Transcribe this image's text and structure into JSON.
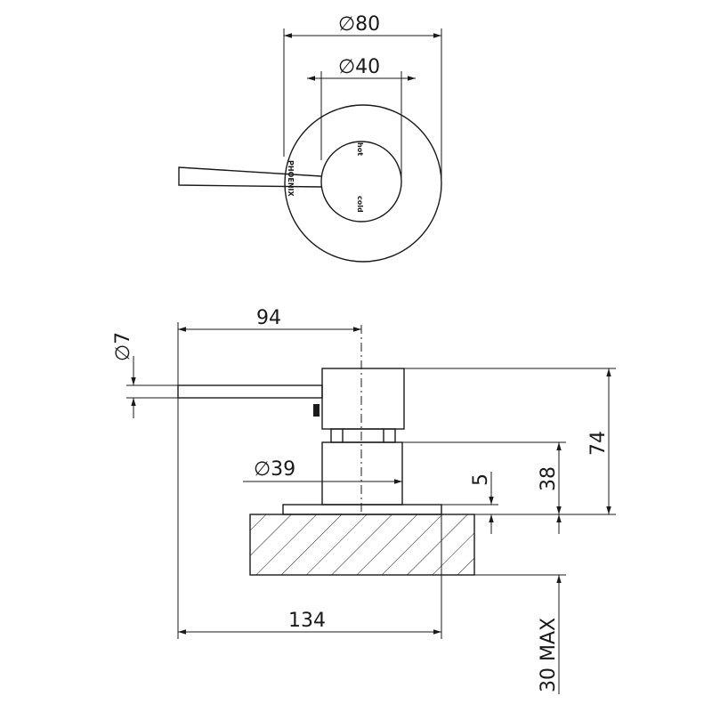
{
  "top_view": {
    "dia_outer": "∅80",
    "dia_inner": "∅40",
    "mark_hot": "hot",
    "mark_cold": "cold",
    "brand": "PHOENIX"
  },
  "side_view": {
    "dim_lever_dia": "∅7",
    "dim_lever_len": "94",
    "dim_body_dia": "∅39",
    "dim_plate": "5",
    "dim_body_h": "38",
    "dim_total_h": "74",
    "dim_width": "134",
    "dim_wall": "30 MAX"
  }
}
